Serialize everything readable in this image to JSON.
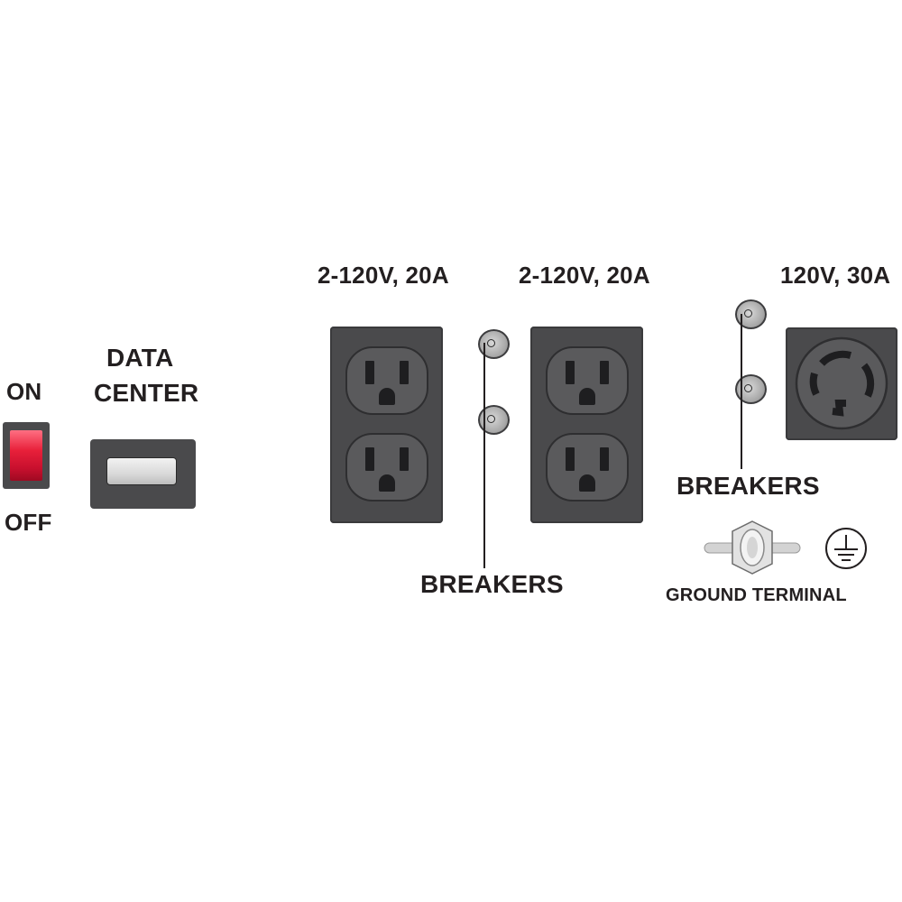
{
  "labels": {
    "on": "ON",
    "off": "OFF",
    "data_center": [
      "DATA",
      "CENTER"
    ],
    "outlet_1": "2-120V, 20A",
    "outlet_2": "2-120V, 20A",
    "outlet_30a": "120V, 30A",
    "breakers_left": "BREAKERS",
    "breakers_right": "BREAKERS",
    "ground_terminal": "GROUND TERMINAL"
  },
  "colors": {
    "rocker_switch": "#e8203a",
    "plate": "#4a4a4c",
    "text": "#231f20",
    "data_center_window": "#d9d9d9"
  },
  "icons": {
    "ground_symbol": "earth-ground-icon",
    "ground_knob": "wing-nut-icon"
  }
}
